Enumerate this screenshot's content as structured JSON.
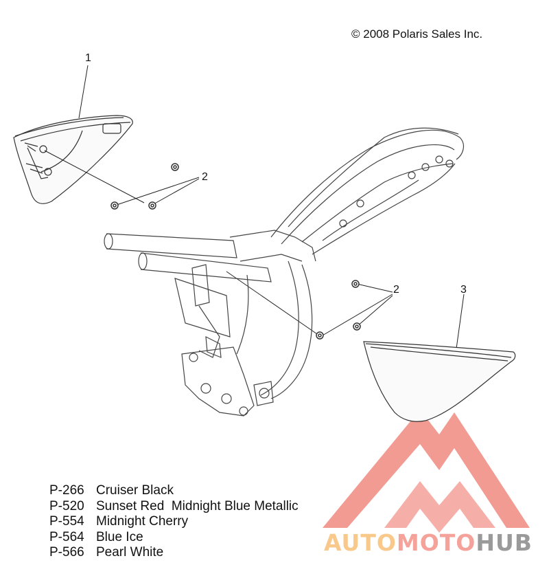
{
  "copyright": "© 2008 Polaris Sales Inc.",
  "callouts": [
    "1",
    "2",
    "2",
    "3"
  ],
  "legend": [
    {
      "code": "P-266",
      "color": "Cruiser Black"
    },
    {
      "code": "P-520",
      "color": "Sunset Red  Midnight Blue Metallic"
    },
    {
      "code": "P-554",
      "color": "Midnight Cherry"
    },
    {
      "code": "P-564",
      "color": "Blue Ice"
    },
    {
      "code": "P-566",
      "color": "Pearl White"
    }
  ],
  "watermark": {
    "part1": "AUTO",
    "part2": "MOTO",
    "part3": "HUB",
    "colors": {
      "auto": "#f8c98a",
      "moto": "#f5a29b",
      "hub": "#9a9a9a",
      "logo": "#f08a80"
    }
  }
}
